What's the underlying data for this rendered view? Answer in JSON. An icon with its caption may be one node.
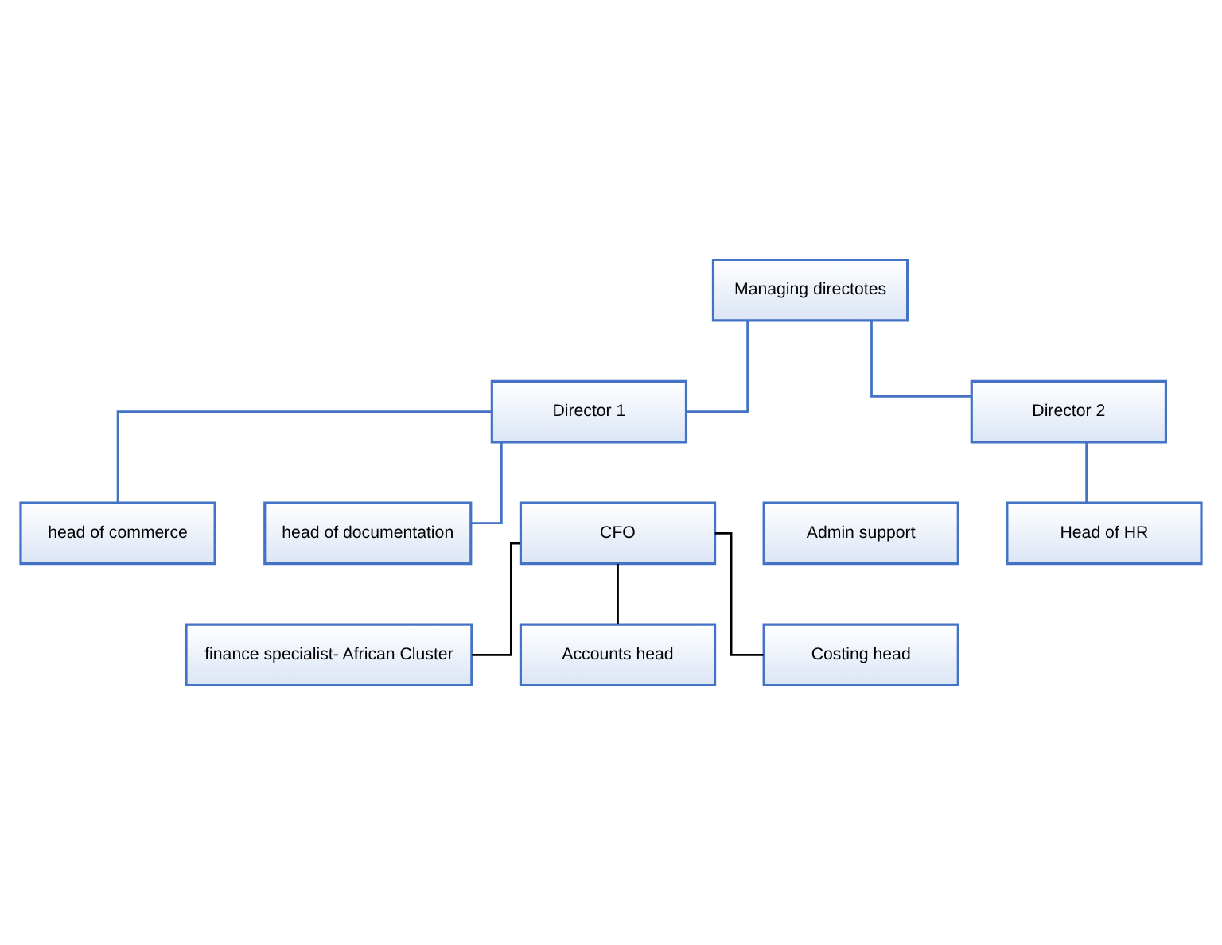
{
  "diagram": {
    "nodes": [
      {
        "text": [
          "Managing directotes"
        ]
      },
      {
        "text": [
          "Director 1"
        ]
      },
      {
        "text": [
          "Director 2"
        ]
      },
      {
        "text": [
          "head of documentation"
        ]
      },
      {
        "text": [
          "head of commerce"
        ]
      },
      {
        "text": [
          "CFO"
        ]
      },
      {
        "text": [
          "Head of HR"
        ]
      },
      {
        "text": [
          "Admin support"
        ]
      },
      {
        "text": [
          "finance specialist- African Cluster"
        ]
      },
      {
        "text": [
          "Accounts head"
        ]
      },
      {
        "text": [
          "Costing head"
        ]
      }
    ],
    "edges": [
      {
        "from": 0,
        "to": 1,
        "arrow": "none"
      },
      {
        "from": 0,
        "to": 2,
        "arrow": "none"
      },
      {
        "from": 1,
        "to": 3,
        "arrow": "none"
      },
      {
        "from": 1,
        "to": 4,
        "arrow": "none"
      },
      {
        "from": 2,
        "to": 6,
        "arrow": "none"
      },
      {
        "from": 5,
        "to": 8,
        "arrow": "none",
        "color": "#000000"
      },
      {
        "from": 5,
        "to": 9,
        "arrow": "none",
        "color": "#000000"
      },
      {
        "from": 5,
        "to": 10,
        "arrow": "none",
        "color": "#000000"
      }
    ]
  }
}
